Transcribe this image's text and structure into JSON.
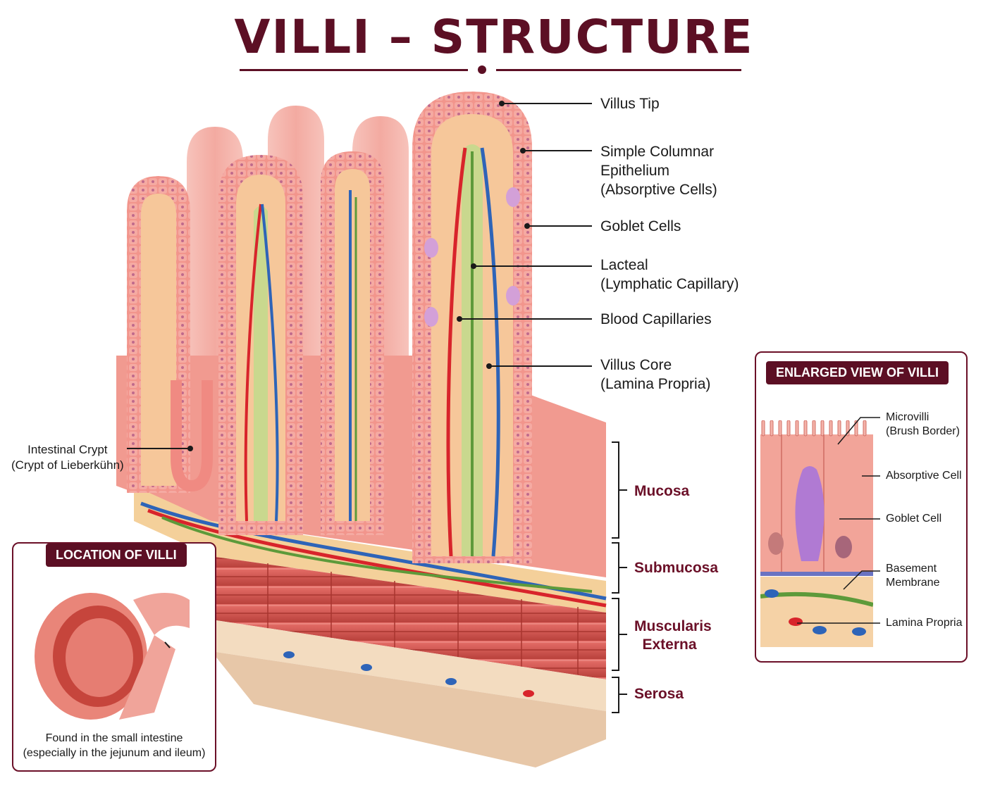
{
  "title": "VILLI – STRUCTURE",
  "labels": {
    "villus_tip": "Villus Tip",
    "epithelium": [
      "Simple Columnar",
      "Epithelium",
      "(Absorptive Cells)"
    ],
    "goblet_cells": "Goblet Cells",
    "lacteal": [
      "Lacteal",
      "(Lymphatic Capillary)"
    ],
    "blood_capillaries": "Blood Capillaries",
    "villus_core": [
      "Villus Core",
      "(Lamina Propria)"
    ],
    "crypt": [
      "Intestinal Crypt",
      "(Crypt of Lieberkühn)"
    ]
  },
  "layers": {
    "mucosa": "Mucosa",
    "submucosa": "Submucosa",
    "muscularis": [
      "Muscularis",
      "Externa"
    ],
    "serosa": "Serosa"
  },
  "location_panel": {
    "heading": "LOCATION OF VILLI",
    "caption": [
      "Found in the small intestine",
      "(especially in the jejunum and ileum)"
    ]
  },
  "enlarged_panel": {
    "heading": "ENLARGED VIEW OF VILLI",
    "labels": {
      "microvilli": [
        "Microvilli",
        "(Brush Border)"
      ],
      "absorptive_cell": "Absorptive Cell",
      "goblet_cell": "Goblet Cell",
      "basement_membrane": [
        "Basement",
        "Membrane"
      ],
      "lamina_propria": "Lamina Propria"
    }
  },
  "colors": {
    "title": "#5c0f24",
    "epithelium": "#f08a82",
    "core": "#f6c79a",
    "artery": "#d8242b",
    "vein": "#2e64b8",
    "lacteal": "#5d9a3a",
    "muscle": "#d4564f"
  }
}
